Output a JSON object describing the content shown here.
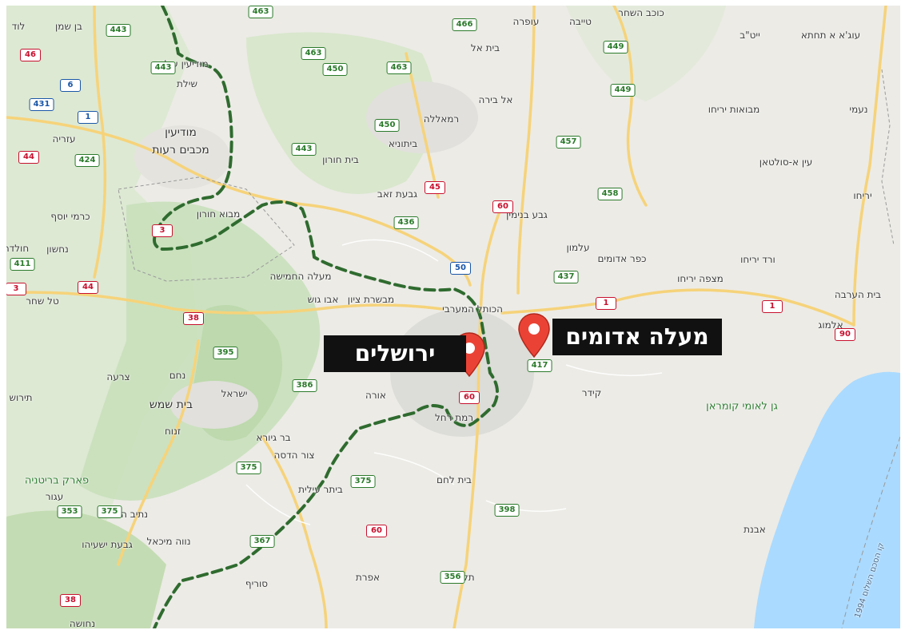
{
  "labels": [
    {
      "t": "לוד",
      "k": "normal"
    },
    {
      "t": "בן שמן",
      "k": "normal"
    },
    {
      "t": "מודיעין עילית",
      "k": "normal"
    },
    {
      "t": "שילת",
      "k": "normal"
    },
    {
      "t": "עזריה",
      "k": "normal"
    },
    {
      "t": "מודיעין",
      "k": "big"
    },
    {
      "t": "מכבים רעות",
      "k": "big"
    },
    {
      "t": "כרמי יוסף",
      "k": "normal"
    },
    {
      "t": "מבוא חורון",
      "k": "normal"
    },
    {
      "t": "חולדה",
      "k": "normal"
    },
    {
      "t": "נחשון",
      "k": "normal"
    },
    {
      "t": "טל שחר",
      "k": "normal"
    },
    {
      "t": "מעלה החמישה",
      "k": "normal"
    },
    {
      "t": "אבו גוש",
      "k": "normal"
    },
    {
      "t": "מבשרת ציון",
      "k": "normal"
    },
    {
      "t": "צרעה",
      "k": "normal"
    },
    {
      "t": "נחם",
      "k": "normal"
    },
    {
      "t": "תירוש",
      "k": "normal"
    },
    {
      "t": "בית שמש",
      "k": "big"
    },
    {
      "t": "ישראל",
      "k": "normal"
    },
    {
      "t": "זנוח",
      "k": "normal"
    },
    {
      "t": "בר גיורא",
      "k": "normal"
    },
    {
      "t": "צור הדסה",
      "k": "normal"
    },
    {
      "t": "אורה",
      "k": "normal"
    },
    {
      "t": "רמת רחל",
      "k": "normal"
    },
    {
      "t": "פארק בריטניה",
      "k": "park"
    },
    {
      "t": "עגור",
      "k": "normal"
    },
    {
      "t": "נתיב הל\"ה",
      "k": "normal"
    },
    {
      "t": "גבעת ישעיהו",
      "k": "normal"
    },
    {
      "t": "נווה מיכאל",
      "k": "normal"
    },
    {
      "t": "ביתר עילית",
      "k": "normal"
    },
    {
      "t": "בית לחם",
      "k": "normal"
    },
    {
      "t": "סוריף",
      "k": "normal"
    },
    {
      "t": "אפרת",
      "k": "normal"
    },
    {
      "t": "תקוע",
      "k": "normal"
    },
    {
      "t": "נחושה",
      "k": "normal"
    },
    {
      "t": "עופרה",
      "k": "normal"
    },
    {
      "t": "טייבה",
      "k": "normal"
    },
    {
      "t": "כוכב השחר",
      "k": "normal"
    },
    {
      "t": "בית אל",
      "k": "normal"
    },
    {
      "t": "אל בירה",
      "k": "normal"
    },
    {
      "t": "רמאללה",
      "k": "normal"
    },
    {
      "t": "ביתוניא",
      "k": "normal"
    },
    {
      "t": "בית חורון",
      "k": "normal"
    },
    {
      "t": "גבעת זאב",
      "k": "normal"
    },
    {
      "t": "גבע בנימין",
      "k": "normal"
    },
    {
      "t": "עלמון",
      "k": "normal"
    },
    {
      "t": "כפר אדומים",
      "k": "normal"
    },
    {
      "t": "הכותל המערבי",
      "k": "normal"
    },
    {
      "t": "קידר",
      "k": "normal"
    },
    {
      "t": "עוג'א א תחתא",
      "k": "normal"
    },
    {
      "t": "ייט\"ב",
      "k": "normal"
    },
    {
      "t": "נעמי",
      "k": "normal"
    },
    {
      "t": "מבואות יריחו",
      "k": "normal"
    },
    {
      "t": "עין א-סולטאן",
      "k": "normal"
    },
    {
      "t": "יריחו",
      "k": "normal"
    },
    {
      "t": "ורד יריחו",
      "k": "normal"
    },
    {
      "t": "מצפה יריחו",
      "k": "normal"
    },
    {
      "t": "בית הערבה",
      "k": "normal"
    },
    {
      "t": "אלמוג",
      "k": "normal"
    },
    {
      "t": "גן לאומי קומראן",
      "k": "park"
    },
    {
      "t": "אבנת",
      "k": "normal"
    },
    {
      "t": "קו הסכם השלום 1994",
      "k": "normal"
    }
  ],
  "shields": [
    {
      "n": "463",
      "c": "g"
    },
    {
      "n": "466",
      "c": "g"
    },
    {
      "n": "449",
      "c": "g"
    },
    {
      "n": "443",
      "c": "g"
    },
    {
      "n": "46",
      "c": "r"
    },
    {
      "n": "463",
      "c": "g"
    },
    {
      "n": "450",
      "c": "g"
    },
    {
      "n": "463",
      "c": "g"
    },
    {
      "n": "443",
      "c": "g"
    },
    {
      "n": "6",
      "c": "b"
    },
    {
      "n": "449",
      "c": "g"
    },
    {
      "n": "431",
      "c": "b"
    },
    {
      "n": "1",
      "c": "b"
    },
    {
      "n": "450",
      "c": "g"
    },
    {
      "n": "457",
      "c": "g"
    },
    {
      "n": "44",
      "c": "r"
    },
    {
      "n": "424",
      "c": "g"
    },
    {
      "n": "443",
      "c": "g"
    },
    {
      "n": "45",
      "c": "r"
    },
    {
      "n": "458",
      "c": "g"
    },
    {
      "n": "60",
      "c": "r"
    },
    {
      "n": "436",
      "c": "g"
    },
    {
      "n": "3",
      "c": "r"
    },
    {
      "n": "411",
      "c": "g"
    },
    {
      "n": "50",
      "c": "b"
    },
    {
      "n": "437",
      "c": "g"
    },
    {
      "n": "3",
      "c": "r"
    },
    {
      "n": "44",
      "c": "r"
    },
    {
      "n": "1",
      "c": "r"
    },
    {
      "n": "1",
      "c": "r"
    },
    {
      "n": "38",
      "c": "r"
    },
    {
      "n": "90",
      "c": "r"
    },
    {
      "n": "395",
      "c": "g"
    },
    {
      "n": "417",
      "c": "g"
    },
    {
      "n": "386",
      "c": "g"
    },
    {
      "n": "60",
      "c": "r"
    },
    {
      "n": "375",
      "c": "g"
    },
    {
      "n": "375",
      "c": "g"
    },
    {
      "n": "398",
      "c": "g"
    },
    {
      "n": "353",
      "c": "g"
    },
    {
      "n": "375",
      "c": "g"
    },
    {
      "n": "60",
      "c": "r"
    },
    {
      "n": "367",
      "c": "g"
    },
    {
      "n": "356",
      "c": "g"
    },
    {
      "n": "38",
      "c": "r"
    }
  ],
  "callouts": {
    "jerusalem": "ירושלים",
    "maale_adumim": "מעלה אדומים"
  },
  "colors": {
    "water": "#aadaff",
    "pin": "#ea4335",
    "greenline": "#2f6b2f",
    "callout_bg": "#111111"
  }
}
